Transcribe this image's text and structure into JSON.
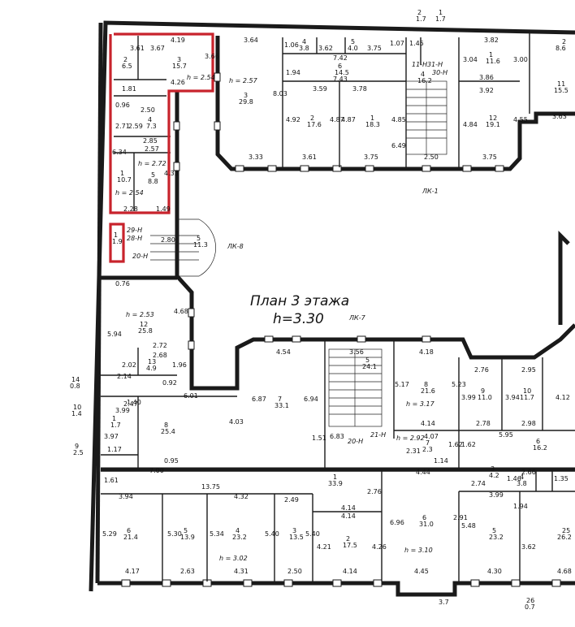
{
  "plan": {
    "title": "План 3 этажа",
    "height": "h=3.30",
    "labels": {
      "lk1": "ЛК-1",
      "lk7": "ЛК-7",
      "lk8": "ЛК-8"
    }
  },
  "rooms": [
    {
      "num": "2",
      "area": "6.5"
    },
    {
      "num": "3",
      "area": "15.7"
    },
    {
      "num": "4",
      "area": "7.3"
    },
    {
      "num": "5",
      "area": "8.8"
    },
    {
      "num": "1",
      "area": "10.7"
    },
    {
      "num": "5",
      "area": "11.3"
    },
    {
      "num": "1",
      "area": "1.9"
    },
    {
      "num": "3",
      "area": "29.8"
    },
    {
      "num": "4",
      "area": "3.8"
    },
    {
      "num": "5",
      "area": "4.0"
    },
    {
      "num": "6",
      "area": "14.5"
    },
    {
      "num": "2",
      "area": "17.6"
    },
    {
      "num": "1",
      "area": "18.3"
    },
    {
      "num": "4",
      "area": "16.2"
    },
    {
      "num": "1",
      "area": "11.6"
    },
    {
      "num": "12",
      "area": "19.1"
    },
    {
      "num": "2",
      "area": "8.6"
    },
    {
      "num": "11",
      "area": "15.5"
    },
    {
      "num": "12",
      "area": "25.8"
    },
    {
      "num": "13",
      "area": "4.9"
    },
    {
      "num": "14",
      "area": "0.8"
    },
    {
      "num": "10",
      "area": "1.4"
    },
    {
      "num": "9",
      "area": "2.5"
    },
    {
      "num": "1",
      "area": "1.7"
    },
    {
      "num": "8",
      "area": "25.4"
    },
    {
      "num": "7",
      "area": "33.1"
    },
    {
      "num": "5",
      "area": "24.1"
    },
    {
      "num": "8",
      "area": "21.6"
    },
    {
      "num": "9",
      "area": "11.0"
    },
    {
      "num": "10",
      "area": "11.7"
    },
    {
      "num": "7",
      "area": "2.3"
    },
    {
      "num": "6",
      "area": "16.2"
    },
    {
      "num": "1",
      "area": "33.9"
    },
    {
      "num": "6",
      "area": "21.4"
    },
    {
      "num": "5",
      "area": "13.9"
    },
    {
      "num": "4",
      "area": "23.2"
    },
    {
      "num": "3",
      "area": "13.5"
    },
    {
      "num": "2",
      "area": "17.5"
    },
    {
      "num": "6",
      "area": "31.0"
    },
    {
      "num": "5",
      "area": "23.2"
    },
    {
      "num": "3",
      "area": "4.2"
    },
    {
      "num": "4",
      "area": "3.8"
    },
    {
      "num": "2",
      "area": "1.7"
    },
    {
      "num": "1",
      "area": "1.7"
    },
    {
      "num": "25",
      "area": "26.2"
    },
    {
      "num": "26",
      "area": "0.7"
    }
  ],
  "heights": [
    "h = 2.54",
    "h = 2.72",
    "h = 2.54",
    "h = 2.57",
    "h = 2.53",
    "h = 3.17",
    "h = 2.92",
    "h = 3.02",
    "h = 3.10"
  ],
  "dims": [
    "4.19",
    "3.61",
    "3.67",
    "3.66",
    "4.26",
    "1.81",
    "0.96",
    "2.50",
    "2.71",
    "2.59",
    "2.85",
    "6.34",
    "2.57",
    "4.33",
    "2.28",
    "1.49",
    "2.80",
    "3.64",
    "1.06",
    "3.62",
    "3.75",
    "1.07",
    "1.45",
    "3.82",
    "7.42",
    "7.43",
    "3.59",
    "3.78",
    "1.94",
    "8.03",
    "4.92",
    "4.87",
    "4.87",
    "4.85",
    "6.49",
    "3.33",
    "3.61",
    "3.75",
    "2.50",
    "3.75",
    "3.04",
    "3.00",
    "3.86",
    "3.92",
    "4.84",
    "4.55",
    "3.63",
    "0.76",
    "5.94",
    "4.68",
    "2.72",
    "2.68",
    "2.02",
    "1.96",
    "2.14",
    "0.92",
    "6.01",
    "4.03",
    "6.87",
    "6.94",
    "4.54",
    "3.56",
    "4.18",
    "5.17",
    "5.23",
    "1.51",
    "6.83",
    "4.14",
    "4.07",
    "1.62",
    "1.62",
    "2.76",
    "2.95",
    "3.99",
    "3.94",
    "4.12",
    "2.78",
    "2.98",
    "5.95",
    "2.31",
    "1.14",
    "2.47",
    "3.99",
    "3.97",
    "1.40",
    "1.17",
    "0.95",
    "7.00",
    "1.61",
    "13.75",
    "3.94",
    "4.32",
    "2.49",
    "2.76",
    "4.14",
    "4.14",
    "4.44",
    "5.29",
    "5.30",
    "5.34",
    "5.40",
    "5.40",
    "4.21",
    "4.26",
    "6.96",
    "2.91",
    "5.48",
    "3.99",
    "1.94",
    "3.62",
    "2.74",
    "2.66",
    "1.46",
    "1.35",
    "4.17",
    "2.63",
    "4.31",
    "2.50",
    "4.14",
    "4.45",
    "4.30",
    "4.68",
    "3.7"
  ],
  "doors": [
    "29-Н",
    "28-Н",
    "20-Н",
    "11-Н",
    "31-Н",
    "30-Н",
    "20-Н",
    "21-Н"
  ]
}
